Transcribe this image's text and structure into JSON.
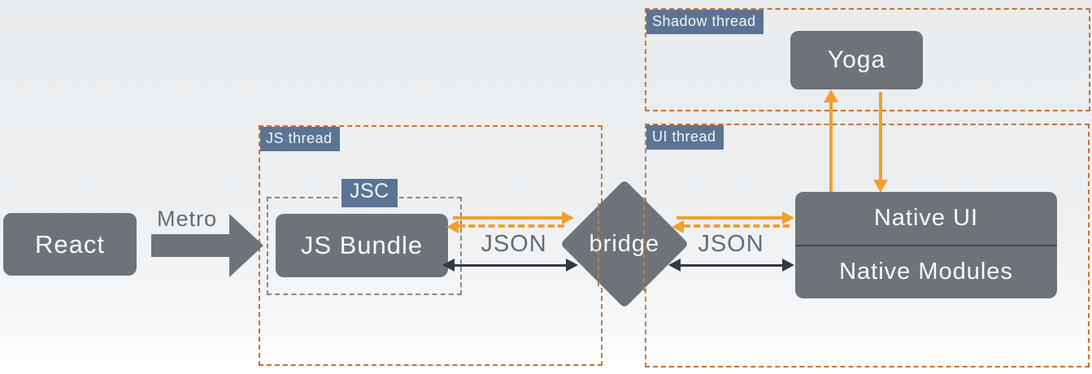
{
  "diagram": {
    "title_hint": "React Native architecture diagram",
    "nodes": {
      "react": {
        "label": "React"
      },
      "js_bundle": {
        "label": "JS Bundle"
      },
      "bridge": {
        "label": "bridge"
      },
      "native_ui": {
        "label": "Native UI"
      },
      "native_modules": {
        "label": "Native Modules"
      },
      "yoga": {
        "label": "Yoga"
      }
    },
    "threads": {
      "js": {
        "label": "JS thread"
      },
      "ui": {
        "label": "UI thread"
      },
      "shadow": {
        "label": "Shadow thread"
      }
    },
    "labels": {
      "metro": "Metro",
      "jsc": "JSC",
      "json_a": "JSON",
      "json_b": "JSON"
    },
    "colors": {
      "node_fill": "#6d7378",
      "badge_fill": "#5b7493",
      "thread_border": "#cf6e2d",
      "thread_border_muted": "#b5804f",
      "jsc_border": "#84898d",
      "arrow_orange": "#efa02e",
      "arrow_black": "#35393d",
      "label_gray": "#666c70"
    }
  }
}
